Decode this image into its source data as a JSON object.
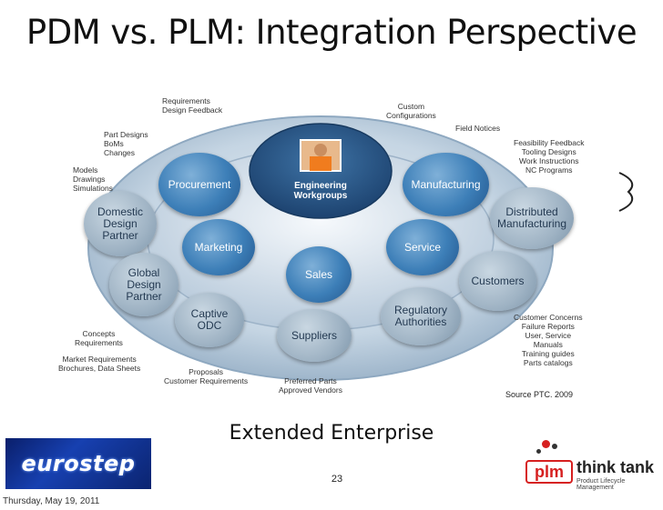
{
  "slide": {
    "title": "PDM vs. PLM: Integration Perspective",
    "subtitle": "Extended Enterprise",
    "page_number": "23",
    "date": "Thursday, May 19, 2011",
    "source": "Source PTC. 2009"
  },
  "logos": {
    "left": "eurostep",
    "right_mark": "plm",
    "right_text": "think tank",
    "right_sub": "Product Lifecycle Management"
  },
  "diagram": {
    "center": {
      "line1": "Engineering",
      "line2": "Workgroups"
    },
    "nodes": {
      "procurement": "Procurement",
      "manufacturing": "Manufacturing",
      "marketing": "Marketing",
      "service": "Service",
      "sales": "Sales",
      "domestic": [
        "Domestic",
        "Design",
        "Partner"
      ],
      "global": [
        "Global",
        "Design",
        "Partner"
      ],
      "captive": [
        "Captive",
        "ODC"
      ],
      "suppliers": "Suppliers",
      "regulatory": [
        "Regulatory",
        "Authorities"
      ],
      "customers": "Customers",
      "distributed": [
        "Distributed",
        "Manufacturing"
      ]
    },
    "notes": {
      "requirements": [
        "Requirements",
        "Design Feedback"
      ],
      "part_designs": [
        "Part Designs",
        "BoMs",
        "Changes"
      ],
      "models": [
        "Models",
        "Drawings",
        "Simulations"
      ],
      "custom": [
        "Custom",
        "Configurations"
      ],
      "field": [
        "Field Notices"
      ],
      "feasibility": [
        "Feasibility Feedback",
        "Tooling Designs",
        "Work Instructions",
        "NC Programs"
      ],
      "concepts": [
        "Concepts",
        "Requirements"
      ],
      "market": [
        "Market Requirements",
        "Brochures, Data Sheets"
      ],
      "proposals": [
        "Proposals",
        "Customer Requirements"
      ],
      "preferred": [
        "Preferred Parts",
        "Approved Vendors"
      ],
      "customer_concerns": [
        "Customer Concerns",
        "Failure Reports",
        "User, Service",
        "Manuals",
        "Training guides",
        "Parts catalogs"
      ]
    }
  },
  "colors": {
    "node": "#3d7fb8",
    "ring": "#a9bfd3",
    "inner": "#2c5c8c"
  }
}
